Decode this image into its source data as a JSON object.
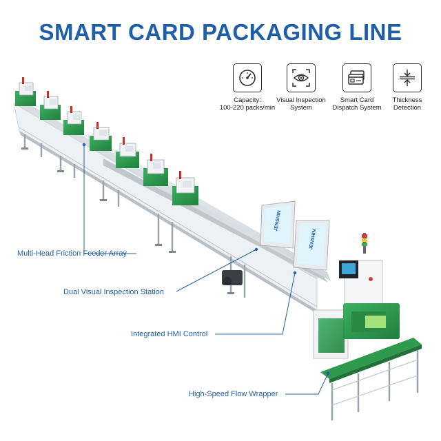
{
  "title": "SMART CARD PACKAGING LINE",
  "features": [
    {
      "icon": "gauge-icon",
      "label_line1": "Capacity:",
      "label_line2": "100-220 packs/min"
    },
    {
      "icon": "eye-scan-icon",
      "label_line1": "Visual Inspection",
      "label_line2": "System"
    },
    {
      "icon": "card-icon",
      "label_line1": "Smart Card",
      "label_line2": "Dispatch System"
    },
    {
      "icon": "thickness-icon",
      "label_line1": "Thickness",
      "label_line2": "Detection"
    }
  ],
  "callouts": {
    "feeder": "Multi-Head Friction Feeder Array",
    "inspection": "Dual Visual Inspection Station",
    "hmi": "Integrated HMI Control",
    "wrapper": "High-Speed Flow Wrapper"
  },
  "brand": "JENSHIN",
  "colors": {
    "title": "#1f5fa8",
    "callout": "#1f5fa8",
    "machine_green": "#2f9a4e",
    "frame": "#e6e9ec",
    "screen": "#dff4fb"
  }
}
